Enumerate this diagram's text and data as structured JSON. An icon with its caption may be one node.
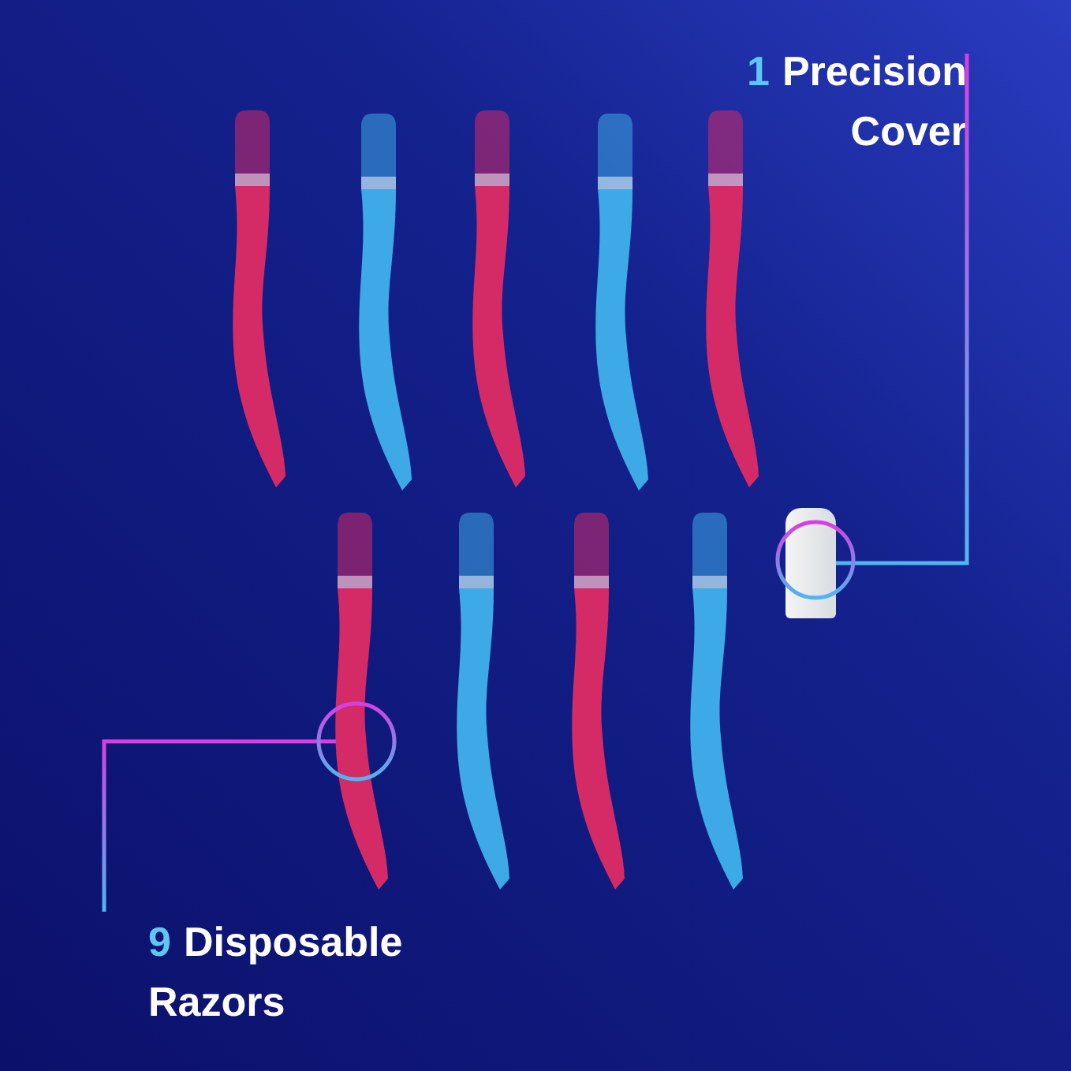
{
  "diagram": {
    "nodes": [
      {
        "text": [
          "1",
          "Precision Cover"
        ]
      },
      {
        "text": [],
        "shape": "picture"
      },
      {
        "text": [
          "9",
          "Disposable Razors"
        ]
      },
      {
        "text": [],
        "shape": "picture"
      }
    ],
    "edges": [
      {
        "from": 0,
        "to": 1,
        "arrow": "none"
      },
      {
        "from": 2,
        "to": 3,
        "arrow": "none"
      }
    ]
  }
}
